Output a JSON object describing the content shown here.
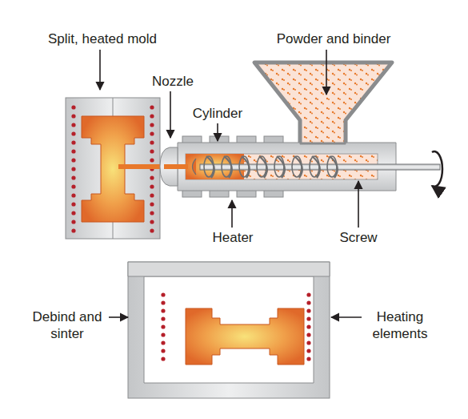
{
  "diagram": {
    "labels": [
      "Split, heated mold",
      "Powder and binder",
      "Nozzle",
      "Cylinder",
      "Heater",
      "Screw",
      "Debind and sinter",
      "Heating elements"
    ]
  }
}
